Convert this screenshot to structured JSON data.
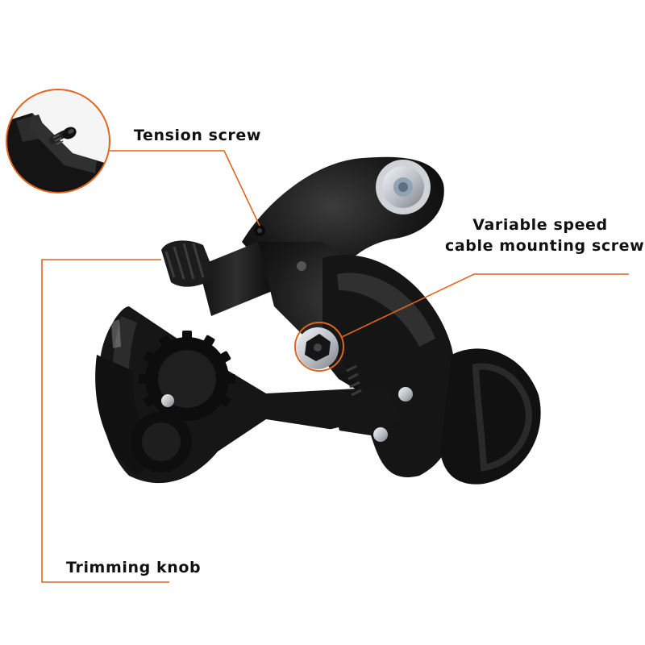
{
  "annotations": {
    "tension_screw": "Tension screw",
    "cable_line1": "Variable speed",
    "cable_line2": "cable mounting screws",
    "trimming_knob": "Trimming knob"
  },
  "colors": {
    "leader_line": "#e0661e",
    "derailleur_body": "#161616",
    "highlight": "#3a3a3a",
    "bolt_silver": "#c9ccd2"
  },
  "icons": [
    "rear-derailleur-illustration",
    "tension-screw-zoom-circle"
  ]
}
